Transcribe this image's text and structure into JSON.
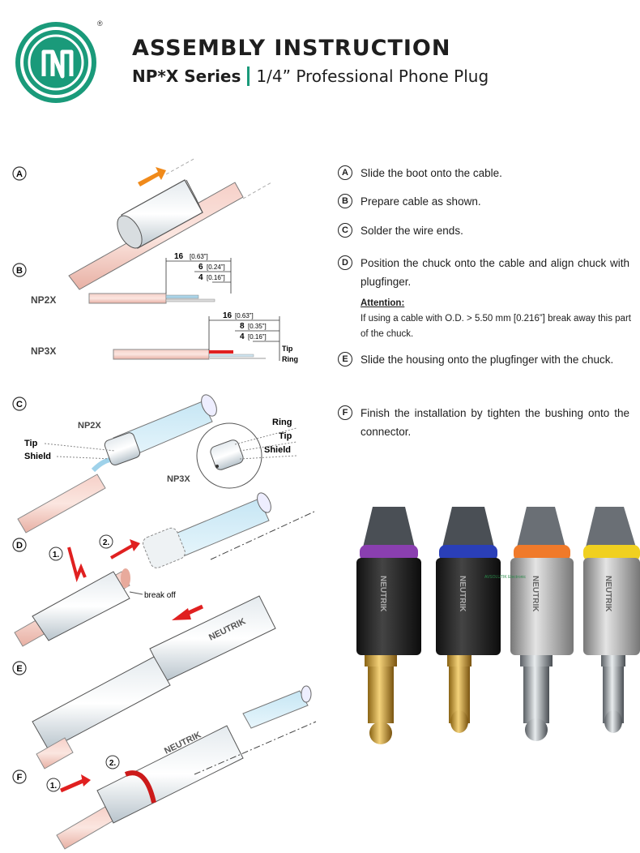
{
  "header": {
    "title": "ASSEMBLY INSTRUCTION",
    "series": "NP*X Series",
    "subtitle": "1/4” Professional Phone Plug",
    "registered_mark": "®",
    "accent_color": "#1a9a7a"
  },
  "steps": [
    {
      "letter": "A",
      "text": "Slide the boot onto the cable."
    },
    {
      "letter": "B",
      "text": "Prepare cable as shown."
    },
    {
      "letter": "C",
      "text": "Solder the wire ends."
    },
    {
      "letter": "D",
      "text": "Position the chuck onto the cable and align chuck with plugfinger."
    },
    {
      "letter": "E",
      "text": "Slide the housing onto the plugfinger with the chuck."
    },
    {
      "letter": "F",
      "text": "Finish the installation by tighten the bushing onto the connector."
    }
  ],
  "attention": {
    "heading": "Attention:",
    "text": "If using a cable with O.D. > 5.50 mm [0.216”] break away this part of the chuck."
  },
  "diagram": {
    "step_letters": [
      "A",
      "B",
      "C",
      "D",
      "E",
      "F"
    ],
    "np2x_label": "NP2X",
    "np3x_label": "NP3X",
    "dims_np2x": [
      "16",
      "[0.63”]",
      "6",
      "[0.24”]",
      "4",
      "[0.16”]"
    ],
    "dims_np3x": [
      "16",
      "[0.63”]",
      "8",
      "[0.35”]",
      "4",
      "[0.16”]"
    ],
    "tip": "Tip",
    "ring": "Ring",
    "shield": "Shield",
    "break_off": "break off",
    "num1": "1.",
    "num2": "2.",
    "brand_on_shell": "NEUTRIK"
  },
  "photo": {
    "brand": "NEUTRIK",
    "ring_colors": [
      "#8a3fb0",
      "#2a3fb8",
      "#f07a2a",
      "#f0d020"
    ],
    "watermark": "AVSOLUTIK Electronic"
  }
}
